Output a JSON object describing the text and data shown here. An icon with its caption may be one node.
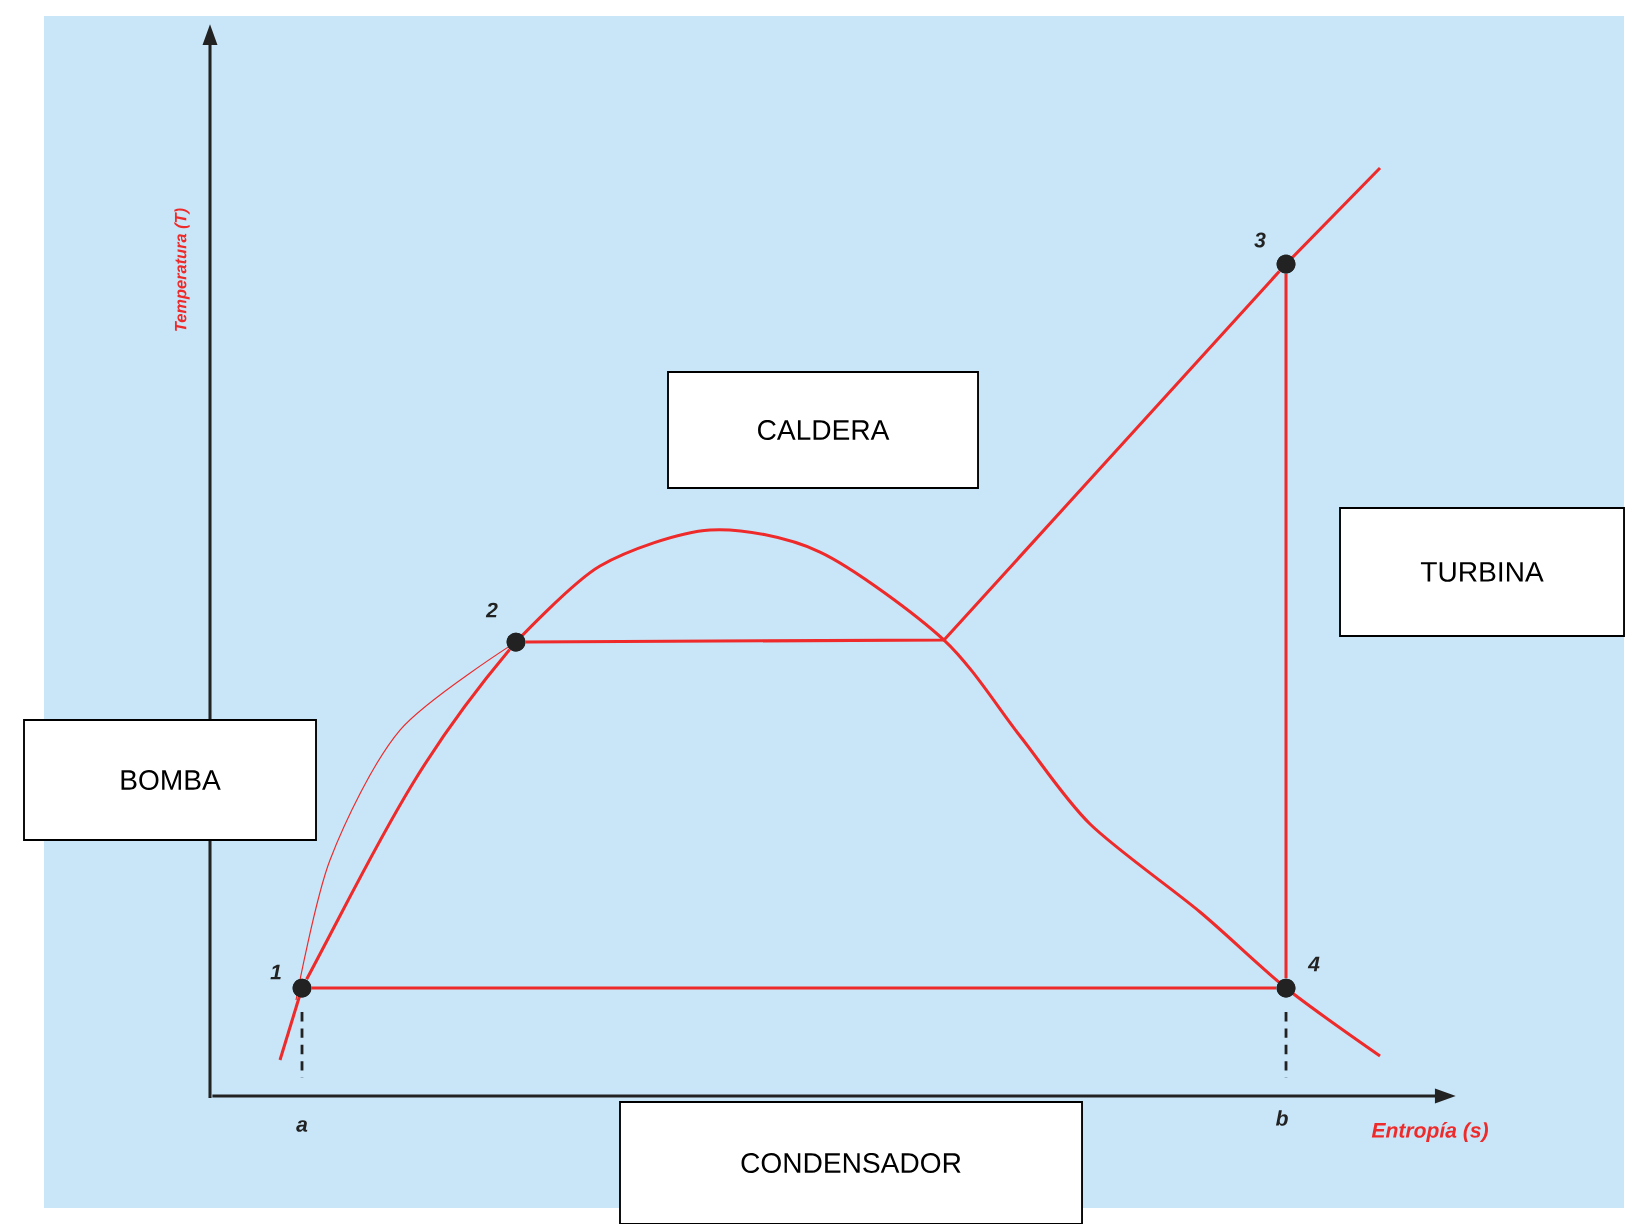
{
  "diagram": {
    "nodes": [
      {
        "text": [],
        "shape": "circle",
        "beside": [
          "1"
        ]
      },
      {
        "text": [],
        "shape": "circle",
        "beside": [
          "2"
        ]
      },
      {
        "text": [],
        "shape": "circle",
        "beside": [
          "3"
        ]
      },
      {
        "text": [],
        "shape": "circle",
        "beside": [
          "4"
        ]
      },
      {
        "text": [
          "CALDERA"
        ]
      },
      {
        "text": [
          "TURBINA"
        ]
      },
      {
        "text": [
          "BOMBA"
        ]
      },
      {
        "text": [
          "CONDENSADOR"
        ]
      }
    ],
    "edges": [
      {
        "from": 0,
        "to": 1,
        "arrow": "none"
      },
      {
        "from": 1,
        "to": 2,
        "arrow": "none"
      },
      {
        "from": 2,
        "to": 3,
        "arrow": "none"
      },
      {
        "from": 3,
        "to": 0,
        "arrow": "none"
      }
    ],
    "labels": [
      "Temperatura (T)",
      "a",
      "b",
      "Entropía (s)"
    ]
  }
}
